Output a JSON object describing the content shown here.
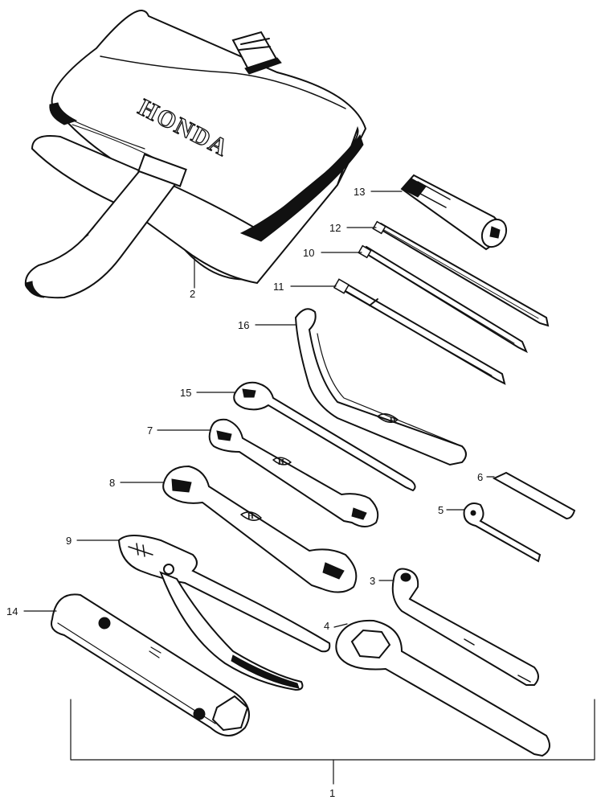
{
  "diagram": {
    "pouch_brand": "HONDA",
    "wrench_logo": "H",
    "callouts": {
      "c1": "1",
      "c2": "2",
      "c3": "3",
      "c4": "4",
      "c5": "5",
      "c6": "6",
      "c7": "7",
      "c8": "8",
      "c9": "9",
      "c10": "10",
      "c11": "11",
      "c12": "12",
      "c13": "13",
      "c14": "14",
      "c15": "15",
      "c16": "16"
    }
  }
}
